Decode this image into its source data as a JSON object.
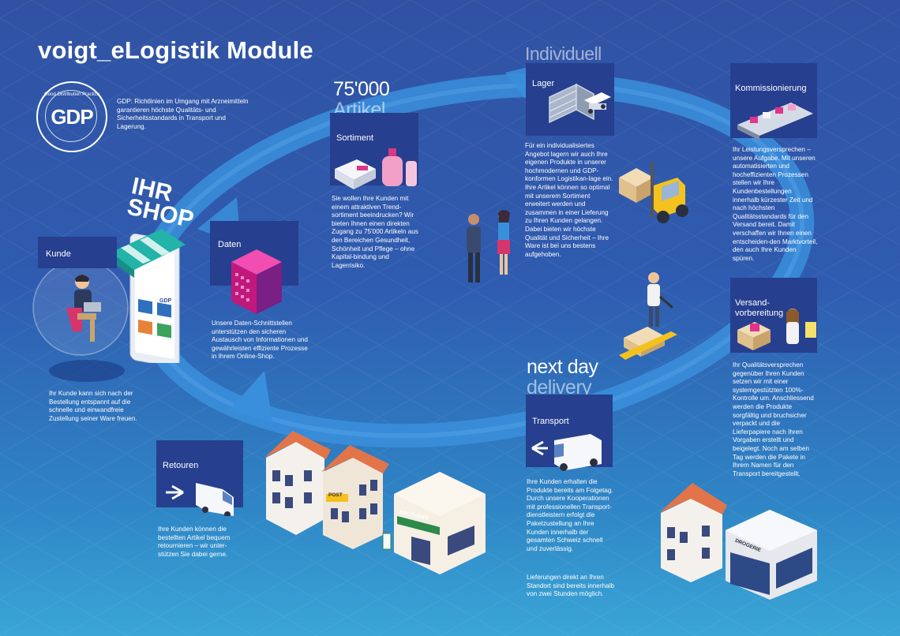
{
  "header": {
    "title": "voigt_eLogistik Module"
  },
  "gdp": {
    "seal_text": "GDP",
    "seal_ring_text": "Good Distribution Practice",
    "description": "GDP: Richtlinien im Umgang mit Arzneimitteln garantieren höchste Qualitäts- und Sicherheitsstandards in Transport und Lagerung."
  },
  "shop": {
    "headline_line1": "IHR",
    "headline_line2": "SHOP",
    "app_badge": "GDP"
  },
  "sections": {
    "kunde": {
      "label": "Kunde",
      "text": "Ihr Kunde kann sich nach der Bestellung entspannt auf die schnelle und einwandfreie Zustellung seiner Ware freuen."
    },
    "daten": {
      "label": "Daten",
      "text": "Unsere Daten-Schnittstellen unterstützen den sicheren Austausch von Informationen und gewährleisten effiziente Prozesse in Ihrem Online-Shop."
    },
    "sortiment": {
      "heading_line1": "75'000",
      "heading_line2": "Artikel",
      "label": "Sortiment",
      "text": "Sie wollen Ihre Kunden mit einem attraktiven Trend-sortiment beeindrucken? Wir bieten Ihnen einen direkten Zugang zu 75'000 Artikeln aus den Bereichen Gesundheit, Schönheit und Pflege – ohne Kapital-bindung und Lagerrisiko."
    },
    "lager": {
      "heading": "Individuell",
      "label": "Lager",
      "text": "Für ein individualisiertes Angebot lagern wir auch Ihre eigenen Produkte in unserer hochmodernen und GDP-konformen Logistikan-lage ein. Ihre Artikel können so optimal mit unserem Sortiment erweitert werden und zusammen in einer Lieferung zu Ihren Kunden gelangen. Dabei bieten wir höchste Qualität und Sicherheit – Ihre Ware ist bei uns bestens aufgehoben."
    },
    "kommissionierung": {
      "label": "Kommissionierung",
      "text": "Ihr Leistungsversprechen – unsere Aufgabe. Mit unseren automatisierten und hocheffizienten Prozessen stellen wir Ihre Kundenbestellungen innerhalb kürzester Zeit und nach höchsten Qualitätsstandards für den Versand bereit. Damit verschaffen wir Ihnen einen entscheiden-den Marktvorteil, den auch Ihre Kunden spüren."
    },
    "versand": {
      "label_line1": "Versand-",
      "label_line2": "vorbereitung",
      "text": "Ihr Qualitätsversprechen gegenüber Ihren Kunden setzen wir mit einer systemgestützten 100%-Kontrolle um. Anschliessend werden die Produkte sorgfältig und bruchsicher verpackt und die Lieferpapiere nach Ihren Vorgaben erstellt und beigelegt. Noch am selben Tag werden die Pakete in Ihrem Namen für den Transport bereitgestellt."
    },
    "transport": {
      "heading_line1": "next day",
      "heading_line2": "delivery",
      "label": "Transport",
      "text": "Ihre Kunden erhalten die Produkte bereits am Folgetag. Durch unsere Kooperationen mit professionellen Transport-dienstleistern erfolgt die Paketzustellung an Ihre Kunden innerhalb der gesamten Schweiz schnell und zuverlässig.",
      "text2": "Lieferungen direkt an Ihren Standort sind bereits innerhalb von zwei Stunden möglich."
    },
    "retouren": {
      "label": "Retouren",
      "text": "Ihre Kunden können die bestellten Artikel bequem retournieren – wir unter-stützen Sie dabei gerne."
    }
  },
  "signs": {
    "post": "POST",
    "apotheke": "APOTHEKE",
    "drogerie": "DROGERIE"
  },
  "colors": {
    "panel": "#263f8e",
    "arrow": "#3a8fdc",
    "accent_pink": "#e0358a"
  }
}
